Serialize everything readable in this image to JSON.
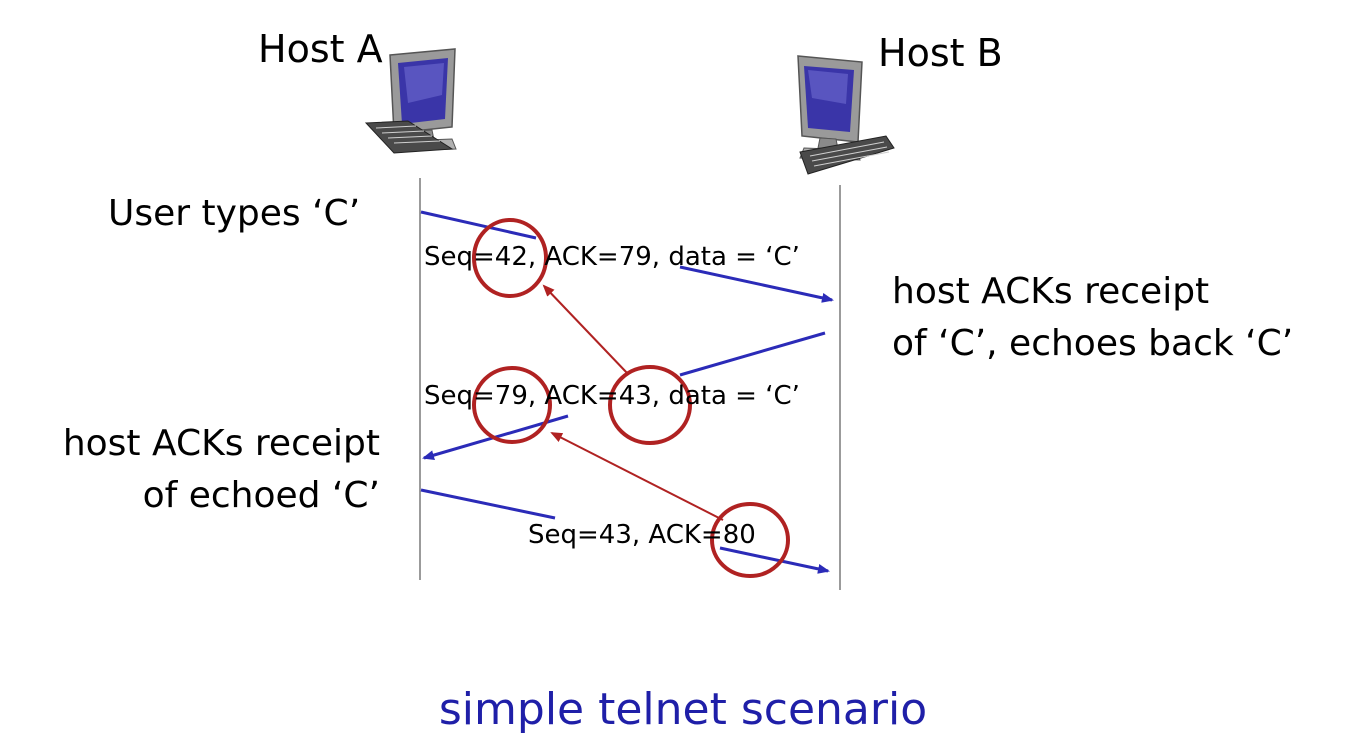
{
  "hosts": {
    "a": {
      "label": "Host A",
      "icon": "desktop-computer-icon"
    },
    "b": {
      "label": "Host B",
      "icon": "desktop-computer-icon"
    }
  },
  "events": {
    "user_types": "User types ‘C’",
    "b_acks_line1": "host ACKs receipt",
    "b_acks_line2": "of ‘C’, echoes back ‘C’",
    "a_acks_line1": "host ACKs receipt",
    "a_acks_line2": "of echoed ‘C’"
  },
  "segments": [
    {
      "label": "Seq=42, ACK=79, data = ‘C’",
      "direction": "A-to-B"
    },
    {
      "label": "Seq=79, ACK=43, data = ‘C’",
      "direction": "B-to-A"
    },
    {
      "label": "Seq=43, ACK=80",
      "direction": "A-to-B"
    }
  ],
  "caption": "simple telnet scenario",
  "colors": {
    "segment_arrow": "#2b2bb8",
    "highlight_circle": "#b02222",
    "caption": "#1f1fa8"
  }
}
